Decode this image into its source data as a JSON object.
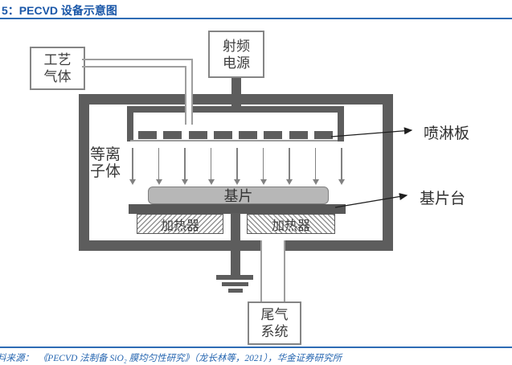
{
  "header": {
    "figure_title": "5：PECVD 设备示意图"
  },
  "diagram": {
    "process_gas_box": "工艺气体",
    "rf_power_box": "射频电源",
    "exhaust_box": "尾气系统",
    "plasma_label": "等离子体",
    "substrate_label": "基片",
    "shower_plate_label": "喷淋板",
    "stage_label": "基片台",
    "heater_left_label": "加热器",
    "heater_right_label": "加热器",
    "shower_hole_count": 8,
    "plasma_arrow_count": 9,
    "colors": {
      "wall_gray": "#5d5d5d",
      "stage_gray": "#585858",
      "substrate_gray": "#b7b7b7",
      "pipe_line_gray": "#9e9e9e",
      "accent_blue": "#2e6cb5",
      "title_blue": "#1a57a8"
    }
  },
  "footer": {
    "source_text": "料来源：　《PECVD 法制备 SiO₂ 膜均匀性研究》（龙长林等，2021），华金证券研究所"
  }
}
